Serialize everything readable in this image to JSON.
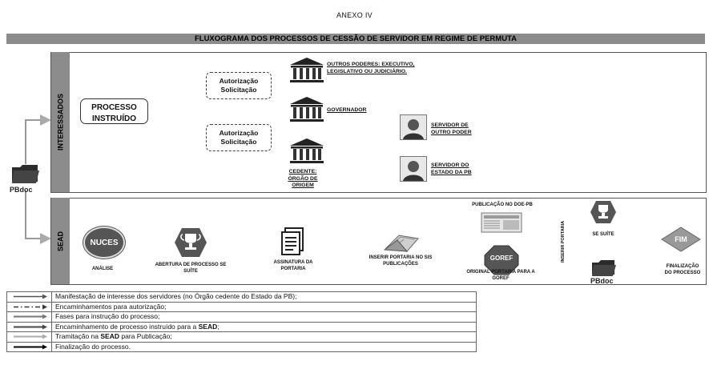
{
  "header": {
    "annex": "ANEXO IV",
    "title": "FLUXOGRAMA DOS PROCESSOS DE CESSÃO DE SERVIDOR EM REGIME DE PERMUTA"
  },
  "lanes": {
    "top": "INTERESSADOS",
    "bottom": "SEAD"
  },
  "interessados": {
    "processo": "PROCESSO INSTRUÍDO",
    "auth1": "Autorização Solicitação",
    "auth2": "Autorização Solicitação",
    "outros_poderes": "OUTROS PODERES: EXECUTIVO, LEGISLATIVO OU JUDICIÁRIO.",
    "governador": "GOVERNADOR",
    "cedente": "CEDENTE: ÓRGÃO DE ORIGEM",
    "servidor_outro": "SERVIDOR DE OUTRO PODER",
    "servidor_estado": "SERVIDOR DO ESTADO DA PB"
  },
  "pbdoc": {
    "left_label": "PBdoc",
    "right_label": "PBdoc"
  },
  "sead": {
    "nuces": "NUCES",
    "analise": "ANÁLISE",
    "abertura": "ABERTURA DE PROCESSO SE SUÍTE",
    "assinatura": "ASSINATURA DA PORTARIA",
    "inserir": "INSERIR PORTARIA NO SIS PUBLICAÇÕES",
    "publicacao": "PUBLICAÇÃO NO DOE-PB",
    "goref": "GOREF",
    "original": "ORIGINAL PORTARIA PARA A GOREF",
    "inserir_vertical": "INSERIR PORTARIA",
    "se_suite": "SE SUÍTE",
    "fim": "FIM",
    "finalizacao": "FINALIZAÇÃO DO PROCESSO"
  },
  "legend": [
    {
      "style": "solid-dark",
      "text": "Manifestação de interesse dos servidores (no Órgão cedente do Estado da PB);"
    },
    {
      "style": "dash-dot",
      "text": "Encaminhamentos para autorização;"
    },
    {
      "style": "solid-gray",
      "text": "Fases para instrução do processo;"
    },
    {
      "style": "solid-dark2",
      "pre": "Encaminhamento de processo instruído para a ",
      "bold": "SEAD",
      "post": ";"
    },
    {
      "style": "solid-light",
      "pre": "Tramitação na ",
      "bold": "SEAD",
      "post": " para Publicação;"
    },
    {
      "style": "solid-black",
      "text": "Finalização do processo."
    }
  ]
}
